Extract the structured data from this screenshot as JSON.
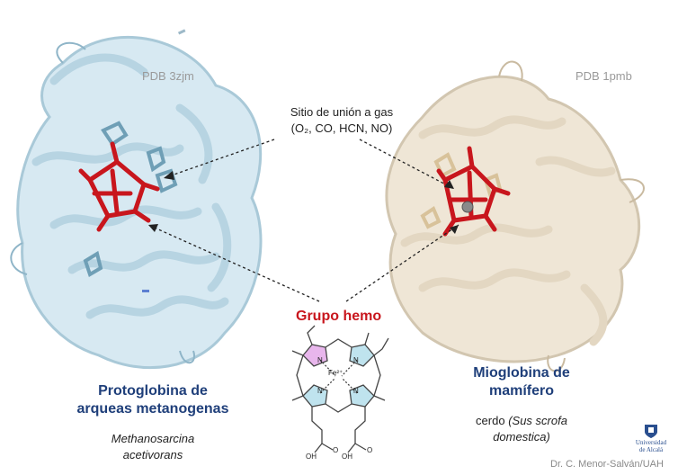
{
  "left_protein": {
    "pdb": "PDB 3zjm",
    "title_line1": "Protoglobina de",
    "title_line2": "arqueas metanogenas",
    "species_line1": "Methanosarcina",
    "species_line2": "acetivorans",
    "color": "#d7e9f2",
    "edge_color": "#a9c9d8"
  },
  "right_protein": {
    "pdb": "PDB 1pmb",
    "title_line1": "Mioglobina de",
    "title_line2": "mamífero",
    "species_common": "cerdo",
    "species_line1_italic": "(Sus scrofa",
    "species_line2": "domestica)",
    "color": "#efe6d6",
    "edge_color": "#d2c6b0"
  },
  "gas_site": {
    "line1": "Sitio de unión a gas",
    "line2": "(O₂, CO, HCN, NO)"
  },
  "heme_group": {
    "label": "Grupo hemo",
    "color": "#c8161d",
    "iron_label": "Fe²⁺",
    "n_label": "N",
    "oh_label": "OH",
    "o_label": "O"
  },
  "logo": {
    "name": "university-logo",
    "line1": "Universidad",
    "line2": "de Alcalá"
  },
  "credit": "Dr. C. Menor-Salván/UAH"
}
